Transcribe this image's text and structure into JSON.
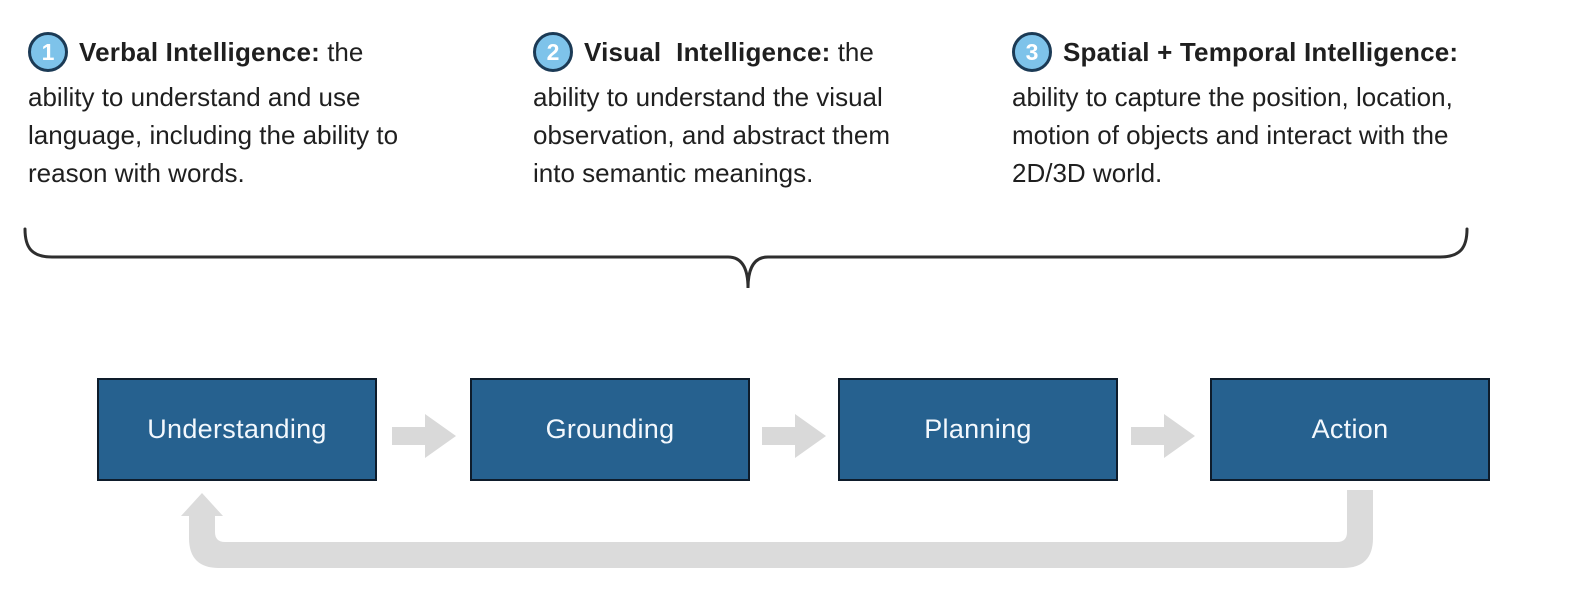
{
  "colors": {
    "text": "#1F1F1F",
    "badge-fill": "#7EC3EA",
    "badge-border": "#1B3A55",
    "badge-number": "#FFFFFF",
    "brace": "#2E2E2E",
    "box-fill": "#26618F",
    "box-border": "#0E1C2B",
    "box-text": "#F3F8FD",
    "arrow-gray": "#D9D9D9",
    "feedback-gray": "#DBDBDB"
  },
  "icons": {
    "stage_connector": "right-arrow-icon",
    "feedback": "return-arrow-icon",
    "grouping": "curly-brace-down"
  },
  "intelligence_blocks": [
    {
      "number": "1",
      "title": "Verbal Intelligence:",
      "title_suffix": " the",
      "lines": [
        "ability to understand and use",
        "language, including the ability to",
        "reason with words."
      ]
    },
    {
      "number": "2",
      "title": "Visual  Intelligence:",
      "title_suffix": " the",
      "lines": [
        "ability to understand the visual",
        "observation, and abstract them",
        "into semantic meanings."
      ]
    },
    {
      "number": "3",
      "title": "Spatial + Temporal Intelligence:",
      "title_suffix": "",
      "lines": [
        "ability to capture the position, location,",
        "motion of objects and interact with the",
        "2D/3D world."
      ]
    }
  ],
  "pipeline": {
    "stages": [
      {
        "label": "Understanding"
      },
      {
        "label": "Grounding"
      },
      {
        "label": "Planning"
      },
      {
        "label": "Action"
      }
    ]
  }
}
